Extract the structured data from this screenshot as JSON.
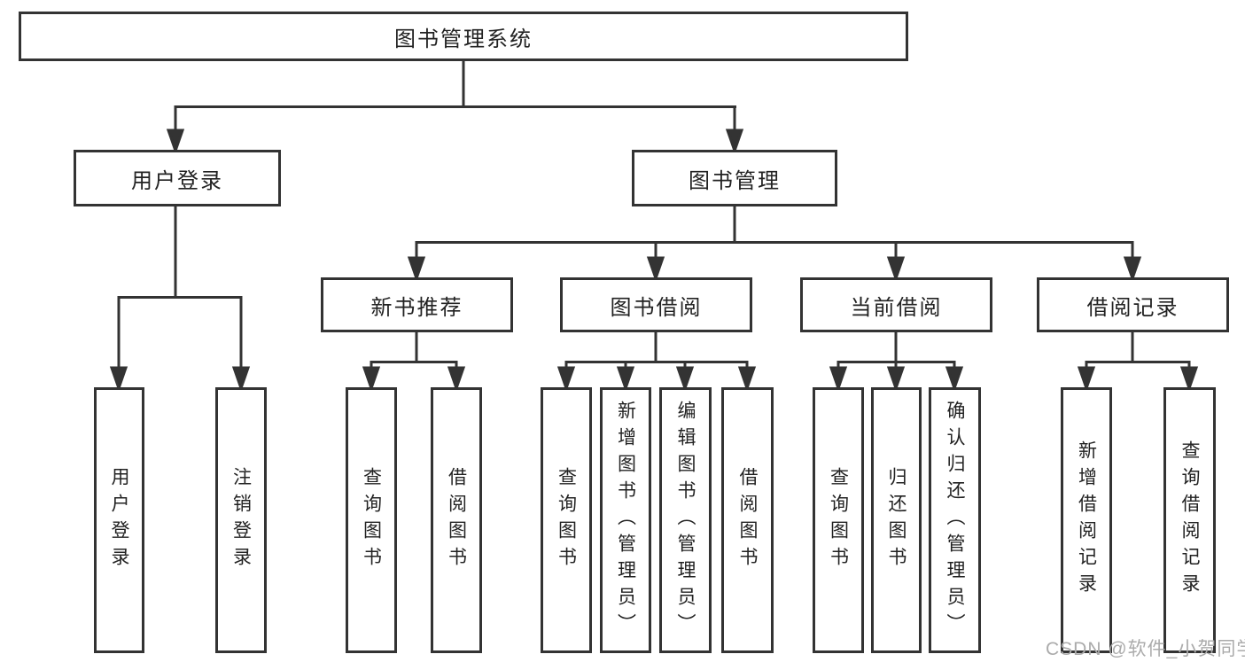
{
  "diagram": {
    "root": {
      "label": "图书管理系统"
    },
    "level2": [
      {
        "label": "用户登录"
      },
      {
        "label": "图书管理"
      }
    ],
    "level3": [
      {
        "label": "新书推荐",
        "parent": "图书管理"
      },
      {
        "label": "图书借阅",
        "parent": "图书管理"
      },
      {
        "label": "当前借阅",
        "parent": "图书管理"
      },
      {
        "label": "借阅记录",
        "parent": "图书管理"
      }
    ],
    "leaves": [
      {
        "label": "用户登录",
        "parent": "用户登录"
      },
      {
        "label": "注销登录",
        "parent": "用户登录"
      },
      {
        "label": "查询图书",
        "parent": "新书推荐"
      },
      {
        "label": "借阅图书",
        "parent": "新书推荐"
      },
      {
        "label": "查询图书",
        "parent": "图书借阅"
      },
      {
        "label": "新增图书（管理员）",
        "parent": "图书借阅"
      },
      {
        "label": "编辑图书（管理员）",
        "parent": "图书借阅"
      },
      {
        "label": "借阅图书",
        "parent": "图书借阅"
      },
      {
        "label": "查询图书",
        "parent": "当前借阅"
      },
      {
        "label": "归还图书",
        "parent": "当前借阅"
      },
      {
        "label": "确认归还（管理员）",
        "parent": "当前借阅"
      },
      {
        "label": "新增借阅记录",
        "parent": "借阅记录"
      },
      {
        "label": "查询借阅记录",
        "parent": "借阅记录"
      }
    ]
  },
  "watermark": {
    "text": "CSDN @软件_小贺同学"
  },
  "colors": {
    "line": "#333333",
    "text": "#222222",
    "watermark": "#ababab",
    "background": "#ffffff"
  }
}
